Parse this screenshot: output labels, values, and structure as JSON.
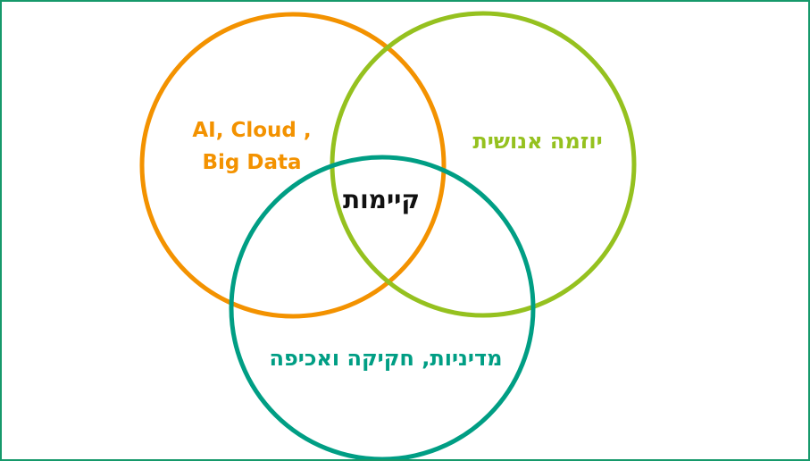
{
  "sets": [
    {
      "id": "tech",
      "label_lines": [
        "AI, Cloud ,",
        "Big Data"
      ],
      "color": "#f39200"
    },
    {
      "id": "initiative",
      "label": "יוזמה אנושית",
      "color": "#95c11f"
    },
    {
      "id": "policy",
      "label": "מדיניות, חקיקה ואכיפה",
      "color": "#009e84"
    }
  ],
  "intersection": {
    "label": "קיימות",
    "color": "#111111"
  },
  "frame_color": "#16996b"
}
